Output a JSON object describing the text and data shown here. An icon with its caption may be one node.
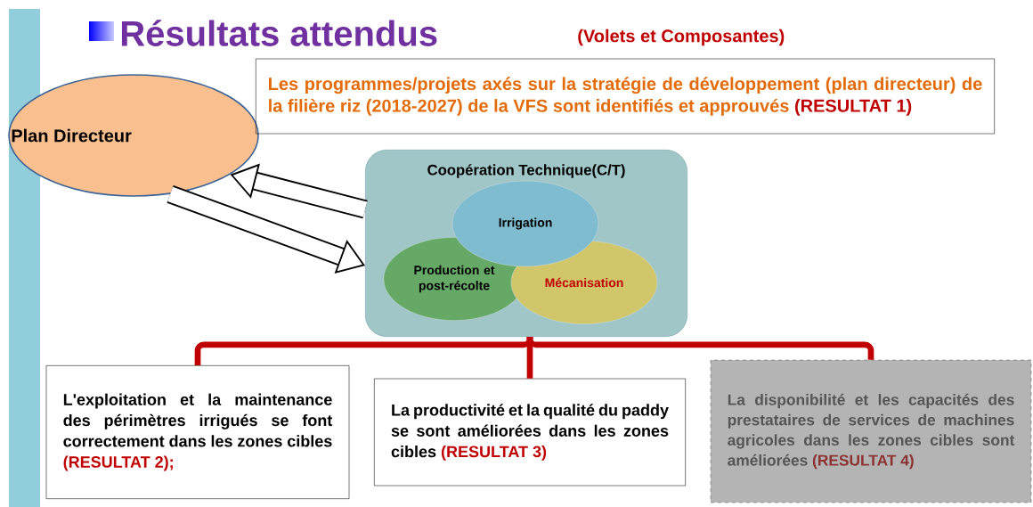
{
  "diagram": {
    "title": "Résultats attendus",
    "nodes": [
      {
        "text": [
          "Plan Directeur"
        ]
      },
      {
        "text": [
          "Les programmes/projets axés sur la stratégie de développement (plan directeur) de la filière riz (2018-2027) de la VFS sont identifiés et approuvés",
          "(RESULTAT 1)"
        ]
      },
      {
        "text": [
          "Coopération Technique(C/T)"
        ]
      },
      {
        "text": [
          "Irrigation"
        ],
        "in": 2
      },
      {
        "text": [
          "Production et post-récolte"
        ],
        "in": 2
      },
      {
        "text": [
          "Mécanisation"
        ],
        "in": 2
      },
      {
        "text": [
          "L'exploitation et la maintenance des périmètres irrigués se font correctement dans les zones cibles",
          "(RESULTAT 2);"
        ]
      },
      {
        "text": [
          "La productivité et la qualité du paddy se sont améliorées dans les zones cibles",
          "(RESULTAT 3)"
        ]
      },
      {
        "text": [
          "La disponibilité et les capacités des prestataires de services de machines agricoles dans les zones cibles sont améliorées",
          "(RESULTAT 4)"
        ]
      }
    ],
    "edges": [
      {
        "from": 2,
        "to": 0,
        "arrow": "to",
        "style": "thick",
        "color": "#000000"
      },
      {
        "from": 0,
        "to": 2,
        "arrow": "to",
        "style": "thick",
        "color": "#000000"
      },
      {
        "from": 2,
        "to": 6,
        "arrow": "none",
        "color": "#c00000"
      },
      {
        "from": 2,
        "to": 7,
        "arrow": "none",
        "color": "#c00000"
      },
      {
        "from": 2,
        "to": 8,
        "arrow": "none",
        "color": "#c00000"
      }
    ],
    "labels": [
      "(Volets et Composantes)"
    ]
  }
}
